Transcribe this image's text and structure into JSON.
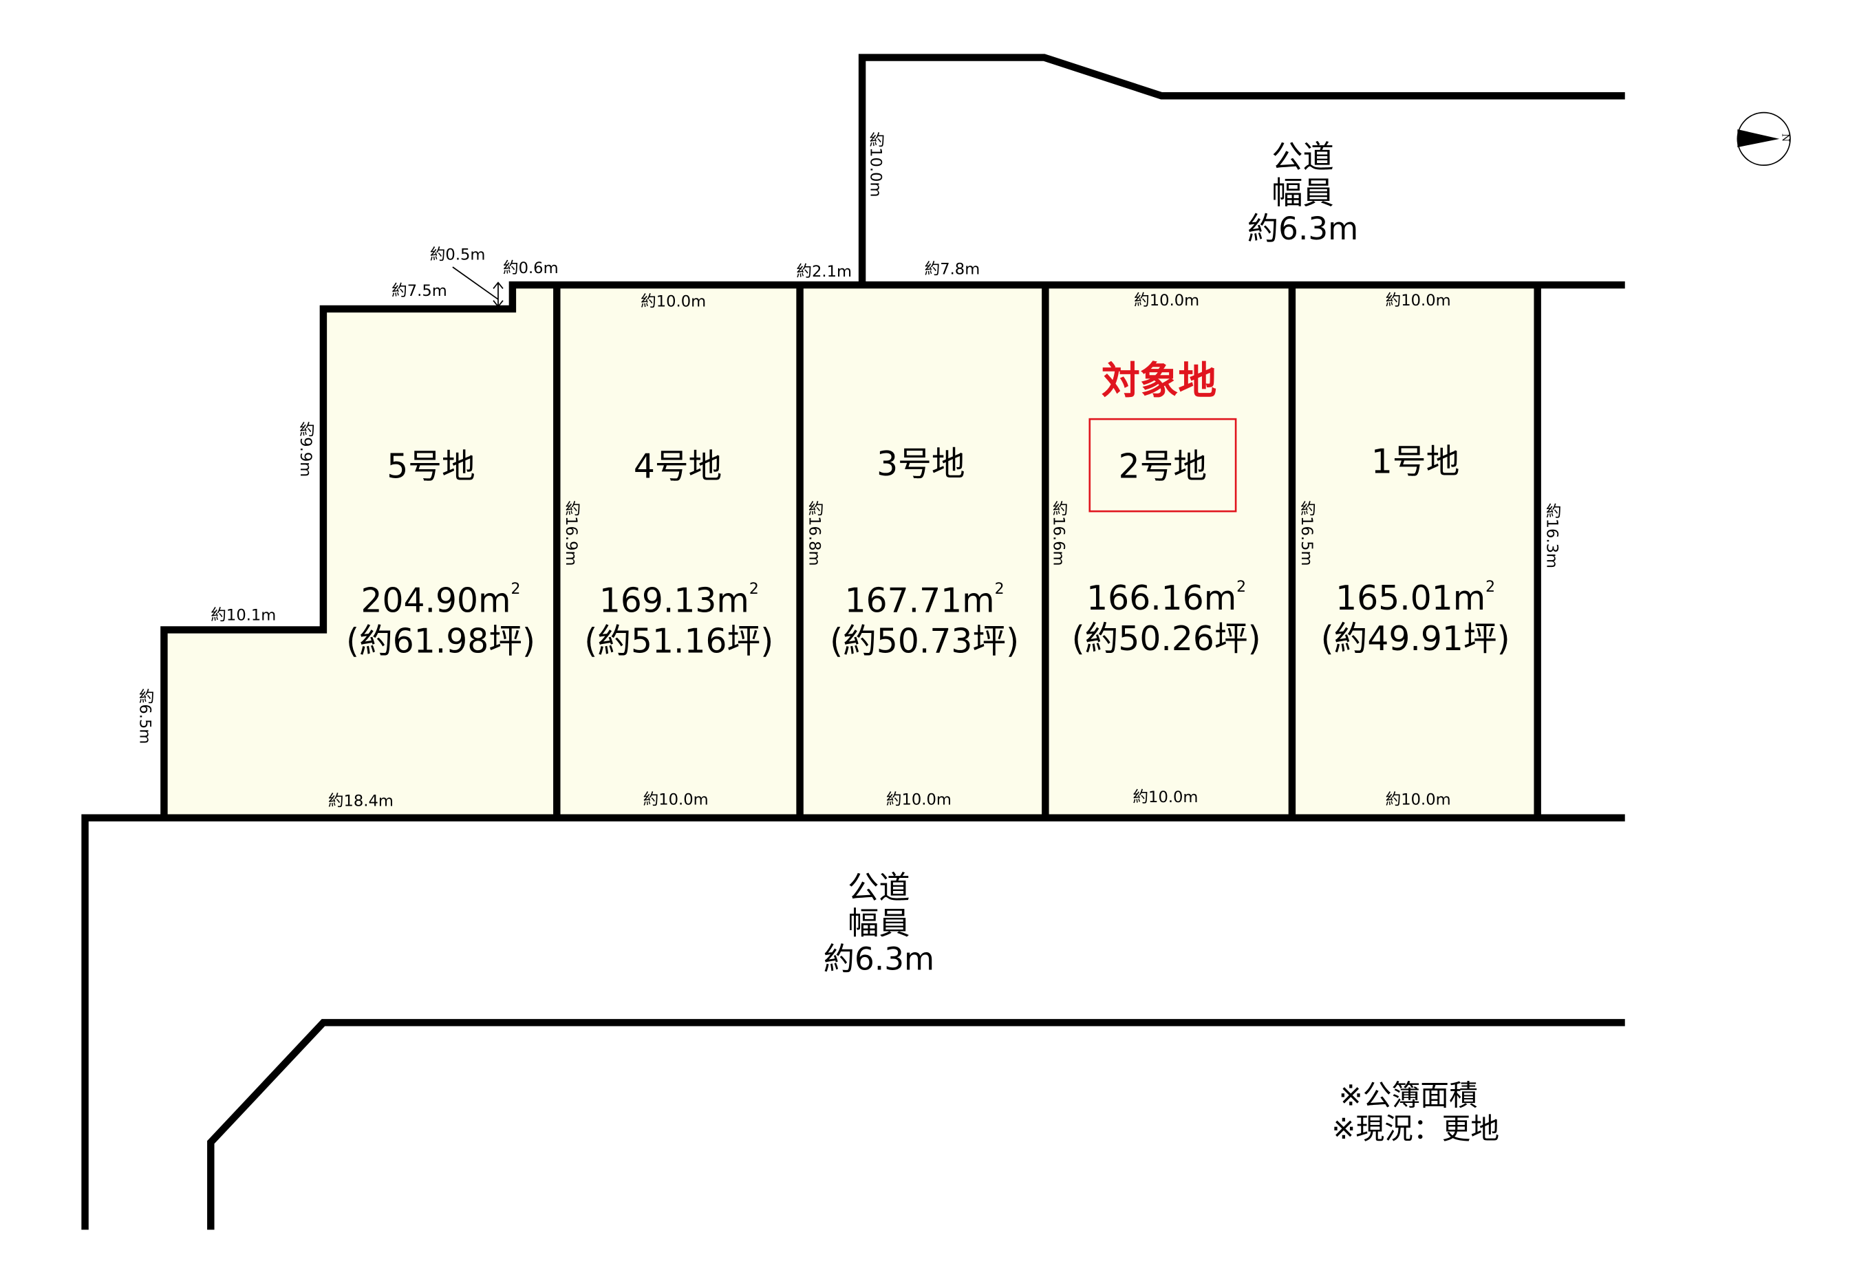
{
  "colors": {
    "lot_fill": "#fdfdeb",
    "line": "#000000",
    "target": "#e0151e",
    "background": "#ffffff"
  },
  "compass": {
    "label": "N",
    "icon": "north-arrow-icon"
  },
  "roads": {
    "north": {
      "line1": "公道",
      "line2": "幅員",
      "line3": "約6.3m"
    },
    "south": {
      "line1": "公道",
      "line2": "幅員",
      "line3": "約6.3m"
    }
  },
  "target_label": "対象地",
  "lots": [
    {
      "name": "5号地",
      "area": "204.90m",
      "tsubo": "(約61.98坪)",
      "highlighted": false
    },
    {
      "name": "4号地",
      "area": "169.13m",
      "tsubo": "(約51.16坪)",
      "highlighted": false
    },
    {
      "name": "3号地",
      "area": "167.71m",
      "tsubo": "(約50.73坪)",
      "highlighted": false
    },
    {
      "name": "2号地",
      "area": "166.16m",
      "tsubo": "(約50.26坪)",
      "highlighted": true
    },
    {
      "name": "1号地",
      "area": "165.01m",
      "tsubo": "(約49.91坪)",
      "highlighted": false
    }
  ],
  "area_unit_sup": "2",
  "dimensions": {
    "d_0_5": "約0.5m",
    "d_0_6": "約0.6m",
    "d_7_5": "約7.5m",
    "d_2_1": "約2.1m",
    "d_7_8": "約7.8m",
    "d_10_0_road": "約10.0m",
    "top_lot4": "約10.0m",
    "top_lot2": "約10.0m",
    "top_lot1": "約10.0m",
    "left_9_9": "約9.9m",
    "left_10_1": "約10.1m",
    "left_6_5": "約6.5m",
    "side_16_9": "約16.9m",
    "side_16_8": "約16.8m",
    "side_16_6": "約16.6m",
    "side_16_5": "約16.5m",
    "side_16_3": "約16.3m",
    "bottom_lot5": "約18.4m",
    "bottom_lot4": "約10.0m",
    "bottom_lot3": "約10.0m",
    "bottom_lot2": "約10.0m",
    "bottom_lot1": "約10.0m"
  },
  "notes": {
    "line1": "※公簿面積",
    "line2": "※現況：更地"
  }
}
